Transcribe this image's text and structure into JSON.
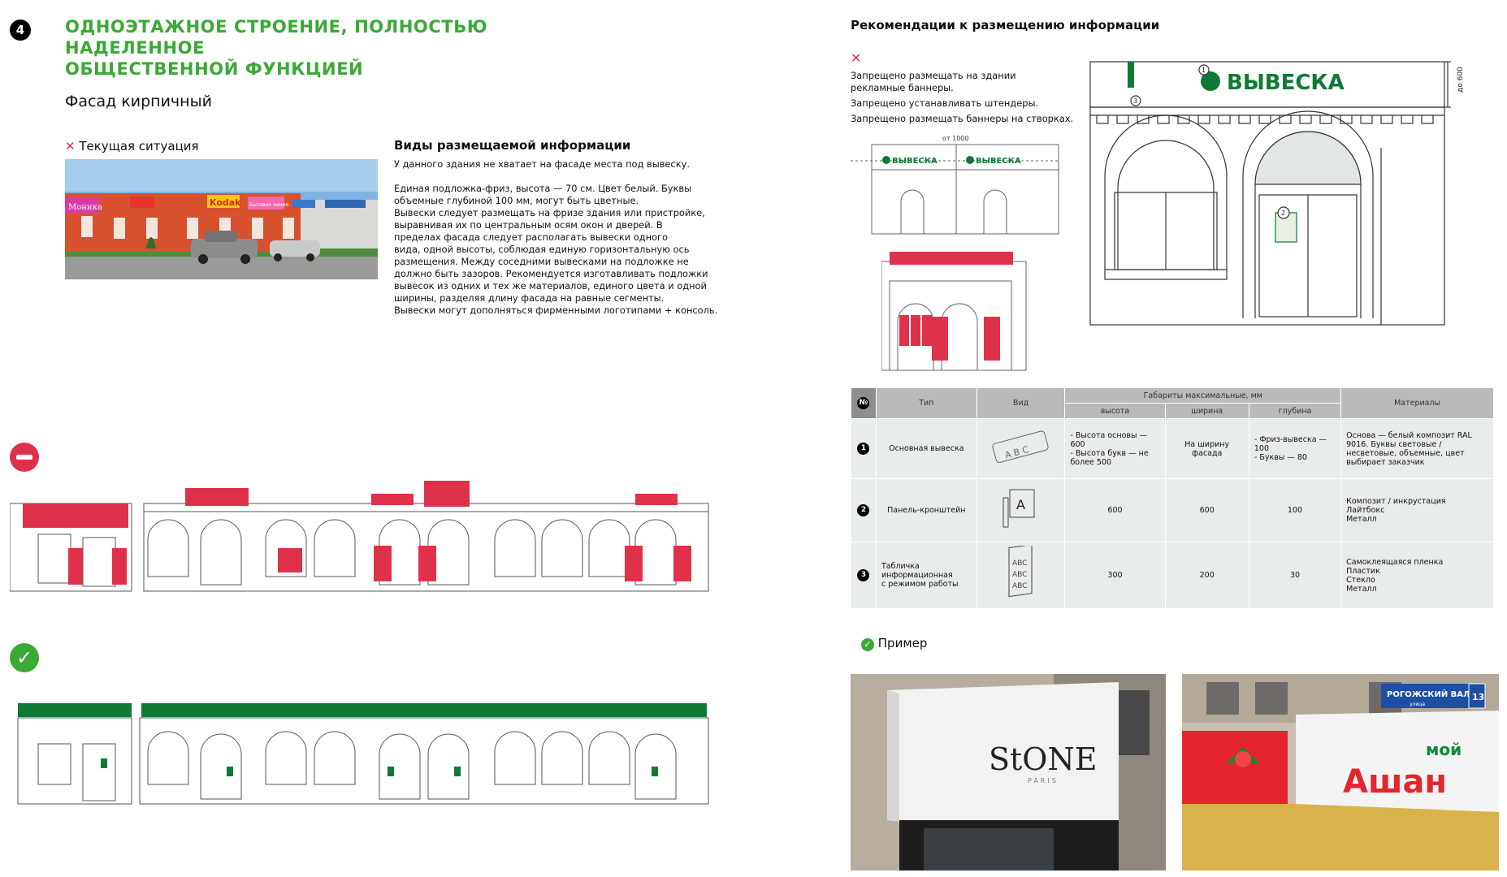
{
  "header": {
    "number": "4",
    "title_line1": "ОДНОЭТАЖНОЕ СТРОЕНИЕ, ПОЛНОСТЬЮ НАДЕЛЕННОЕ",
    "title_line2": "ОБЩЕСТВЕННОЙ ФУНКЦИЕЙ"
  },
  "facade": {
    "title": "Фасад кирпичный",
    "current_label": "Текущая ситуация",
    "photo_signs": [
      "Моника",
      "Kodak",
      "Бытовая химия"
    ]
  },
  "info_types": {
    "title": "Виды размещаемой информации",
    "intro": "У данного здания не хватает на фасаде места под вывеску.",
    "body": [
      "Единая подложка-фриз, высота — 70 см. Цвет белый. Буквы",
      "объемные глубиной 100 мм, могут быть цветные.",
      "Вывески следует размещать на фризе здания или пристройке,",
      "выравнивая их по центральным осям окон и дверей. В",
      "пределах фасада следует располагать вывески одного",
      "вида, одной высоты, соблюдая единую горизонтальную ось",
      "размещения. Между соседними вывесками на подложке не",
      "должно быть зазоров. Рекомендуется изготавливать подложки",
      "вывесок из одних и тех же материалов, единого цвета и одной",
      "ширины, разделяя длину фасада на равные сегменты.",
      "Вывески могут дополняться фирменными логотипами + консоль."
    ]
  },
  "recommendations": {
    "title": "Рекомендации к размещению информации",
    "prohibitions": [
      "Запрещено размещать на здании",
      "рекламные баннеры.",
      "Запрещено устанавливать штендеры.",
      "Запрещено размещать баннеры на створках."
    ],
    "small_dim": "от 1000",
    "small_sign": "ВЫВЕСКА",
    "big_sign": "ВЫВЕСКА",
    "big_dim": "до 600",
    "markers": [
      "1",
      "2",
      "3"
    ]
  },
  "table": {
    "headers": {
      "num": "№",
      "type": "Тип",
      "view": "Вид",
      "dims": "Габариты максимальные, мм",
      "height": "высота",
      "width": "ширина",
      "depth": "глубина",
      "materials": "Материалы"
    },
    "rows": [
      {
        "num": "1",
        "type": "Основная вывеска",
        "height": "- Высота основы — 600\n- Высота букв — не более 500",
        "width": "На ширину фасада",
        "depth": "- Фриз-вывеска — 100\n- Буквы — 80",
        "materials": "Основа — белый композит RAL 9016. Буквы световые / несветовые, объемные, цвет выбирает заказчик"
      },
      {
        "num": "2",
        "type": "Панель-кронштейн",
        "height": "600",
        "width": "600",
        "depth": "100",
        "materials": "Композит / инкрустация\nЛайтбокс\nМеталл"
      },
      {
        "num": "3",
        "type": "Табличка\nинформационная\nс режимом работы",
        "height": "300",
        "width": "200",
        "depth": "30",
        "materials": "Самоклеящаяся пленка\nПластик\nСтекло\nМеталл"
      }
    ],
    "icon_texts": [
      "A B C",
      "A",
      "ABC"
    ]
  },
  "example": {
    "label": "Пример",
    "photo1_brand": "StONE",
    "photo1_sub": "PARIS",
    "photo2_street": "РОГОЖСКИЙ ВАЛ",
    "photo2_street_sub": "улица",
    "photo2_house": "13",
    "photo2_brand": "Ашан",
    "photo2_brand_small": "мой"
  },
  "colors": {
    "green": "#3aa935",
    "dark_green": "#0f7a35",
    "red": "#e0314b",
    "table_header": "#b9babb",
    "table_cell": "#e8ecec"
  }
}
